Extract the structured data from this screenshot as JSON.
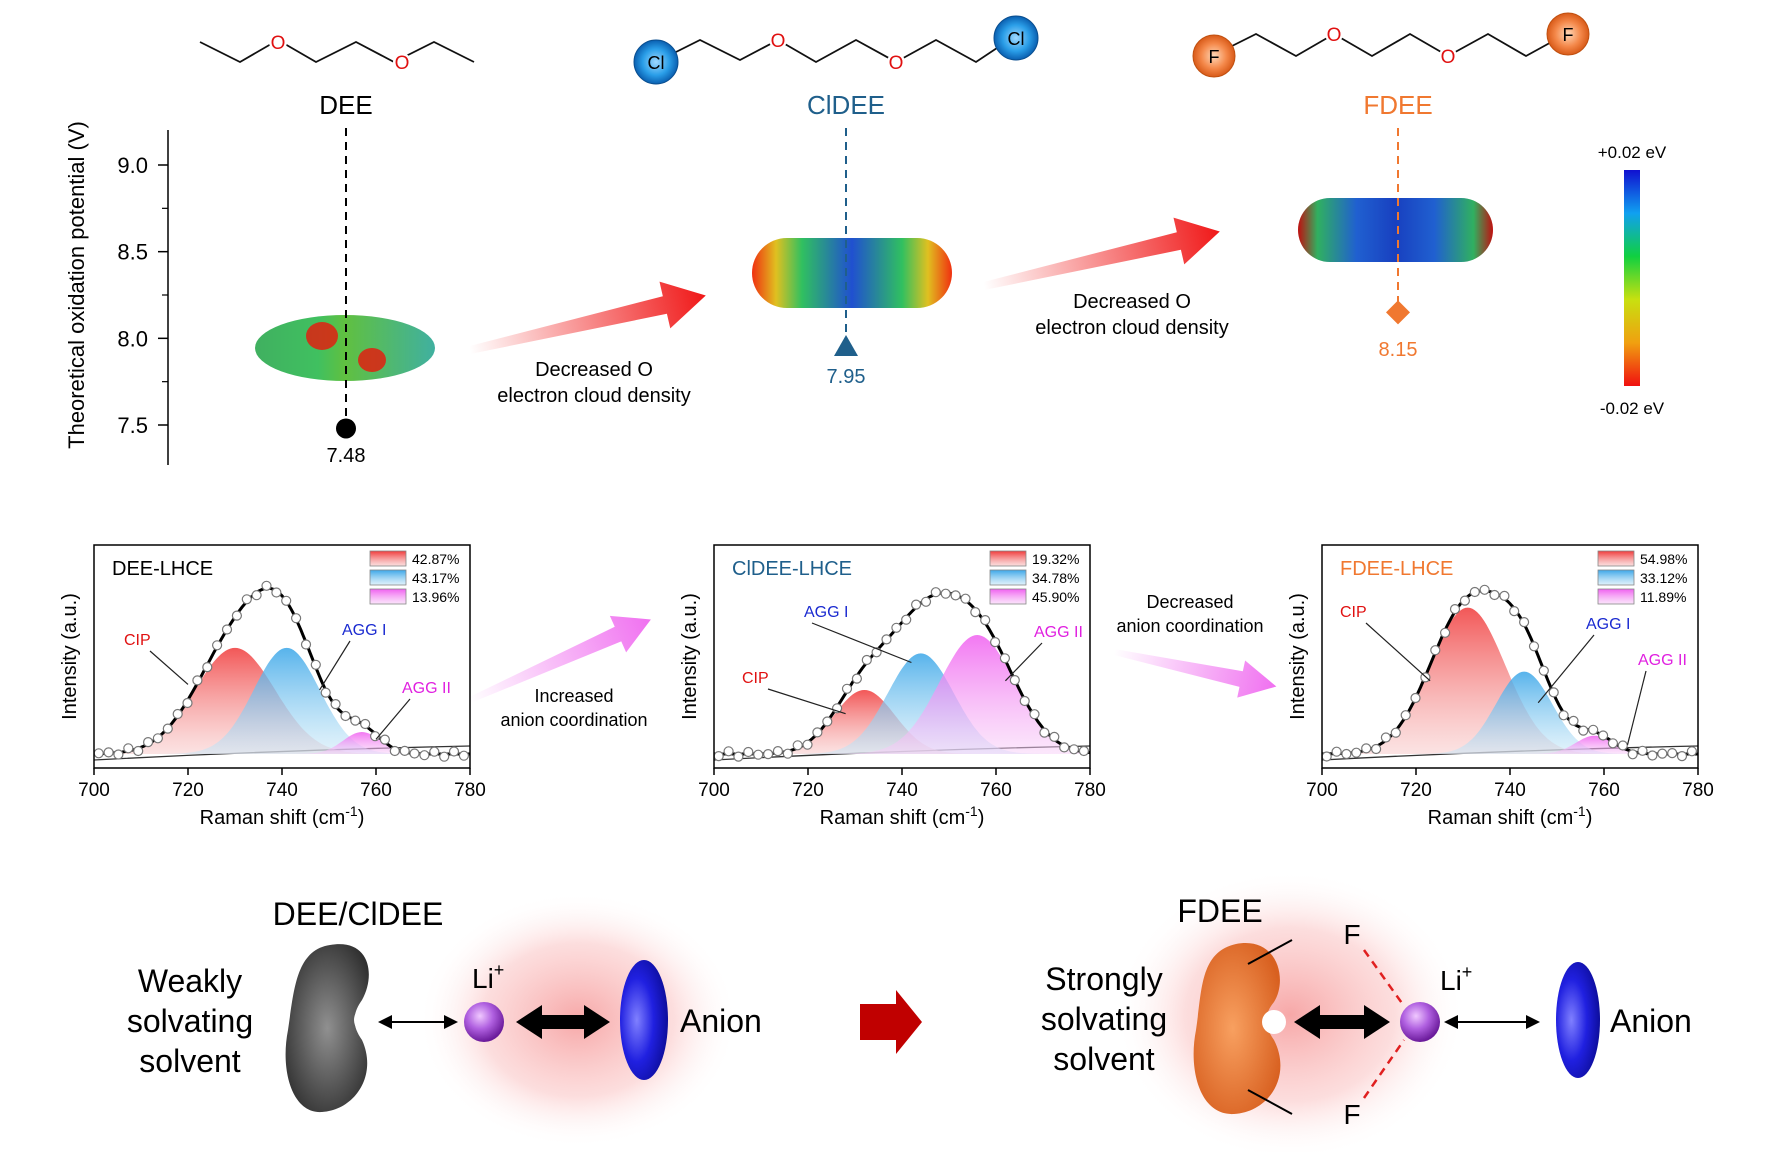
{
  "top": {
    "ylabel": "Theoretical oxidation potential (V)",
    "yticks": [
      "9.0",
      "8.5",
      "8.0",
      "7.5"
    ],
    "ytick_values": [
      9.0,
      8.5,
      8.0,
      7.5
    ],
    "molecules": [
      {
        "name": "DEE",
        "value_label": "7.48",
        "color": "#000000",
        "atoms": [
          "O",
          "O"
        ]
      },
      {
        "name": "ClDEE",
        "value_label": "7.95",
        "color": "#1f5f8b",
        "atoms": [
          "Cl",
          "O",
          "O",
          "Cl"
        ]
      },
      {
        "name": "FDEE",
        "value_label": "8.15",
        "color": "#f07830",
        "atoms": [
          "F",
          "O",
          "O",
          "F"
        ]
      }
    ],
    "arrow1_text": [
      "Decreased O",
      "electron cloud density"
    ],
    "arrow2_text": [
      "Decreased O",
      "electron cloud density"
    ],
    "colorbar": {
      "max_label": "+0.02 eV",
      "min_label": "-0.02 eV"
    }
  },
  "chart_data": {
    "type": "scatter",
    "ylabel": "Theoretical oxidation potential (V)",
    "ylim": [
      7.3,
      9.25
    ],
    "categories": [
      "DEE",
      "ClDEE",
      "FDEE"
    ],
    "values": [
      7.48,
      7.95,
      8.15
    ]
  },
  "raman": {
    "xlabel": "Raman shift (cm",
    "xlabel_sup": "-1",
    "xlabel_end": ")",
    "ylabel": "Intensity (a.u.)",
    "xticks": [
      "700",
      "720",
      "740",
      "760",
      "780"
    ],
    "xtick_values": [
      700,
      720,
      740,
      760,
      780
    ],
    "panels": [
      {
        "title": "DEE-LHCE",
        "title_color": "#000000",
        "legend": [
          "42.87%",
          "43.17%",
          "13.96%"
        ],
        "labels": [
          "CIP",
          "AGG I",
          "AGG II"
        ],
        "peaks": [
          {
            "name": "CIP",
            "center": 730,
            "height": 0.58,
            "width": 8.5
          },
          {
            "name": "AGG I",
            "center": 741,
            "height": 0.58,
            "width": 7.0
          },
          {
            "name": "AGG II",
            "center": 757,
            "height": 0.12,
            "width": 4.0
          }
        ]
      },
      {
        "title": "ClDEE-LHCE",
        "title_color": "#1f5f8b",
        "legend": [
          "19.32%",
          "34.78%",
          "45.90%"
        ],
        "labels": [
          "CIP",
          "AGG I",
          "AGG II"
        ],
        "peaks": [
          {
            "name": "CIP",
            "center": 732,
            "height": 0.35,
            "width": 6.5
          },
          {
            "name": "AGG I",
            "center": 744,
            "height": 0.55,
            "width": 7.0
          },
          {
            "name": "AGG II",
            "center": 756,
            "height": 0.65,
            "width": 8.0
          }
        ]
      },
      {
        "title": "FDEE-LHCE",
        "title_color": "#f07830",
        "legend": [
          "54.98%",
          "33.12%",
          "11.89%"
        ],
        "labels": [
          "CIP",
          "AGG I",
          "AGG II"
        ],
        "peaks": [
          {
            "name": "CIP",
            "center": 731,
            "height": 0.8,
            "width": 8.0
          },
          {
            "name": "AGG I",
            "center": 743,
            "height": 0.45,
            "width": 6.0
          },
          {
            "name": "AGG II",
            "center": 758,
            "height": 0.1,
            "width": 4.0
          }
        ]
      }
    ],
    "arrow1_text": [
      "Increased",
      "anion coordination"
    ],
    "arrow2_text": [
      "Decreased",
      "anion coordination"
    ]
  },
  "bottom": {
    "left_title": "DEE/ClDEE",
    "left_solvent": [
      "Weakly",
      "solvating",
      "solvent"
    ],
    "li_base": "Li",
    "li_sup": "+",
    "anion": "Anion",
    "right_title": "FDEE",
    "right_solvent": [
      "Strongly",
      "solvating",
      "solvent"
    ],
    "f_label": "F"
  },
  "colors": {
    "cip": "#f04040",
    "agg1": "#40a8e8",
    "agg2": "#f060f0",
    "red_arrow": "#f01818",
    "pink_arrow": "#f070f0",
    "dark_red": "#c00000"
  }
}
